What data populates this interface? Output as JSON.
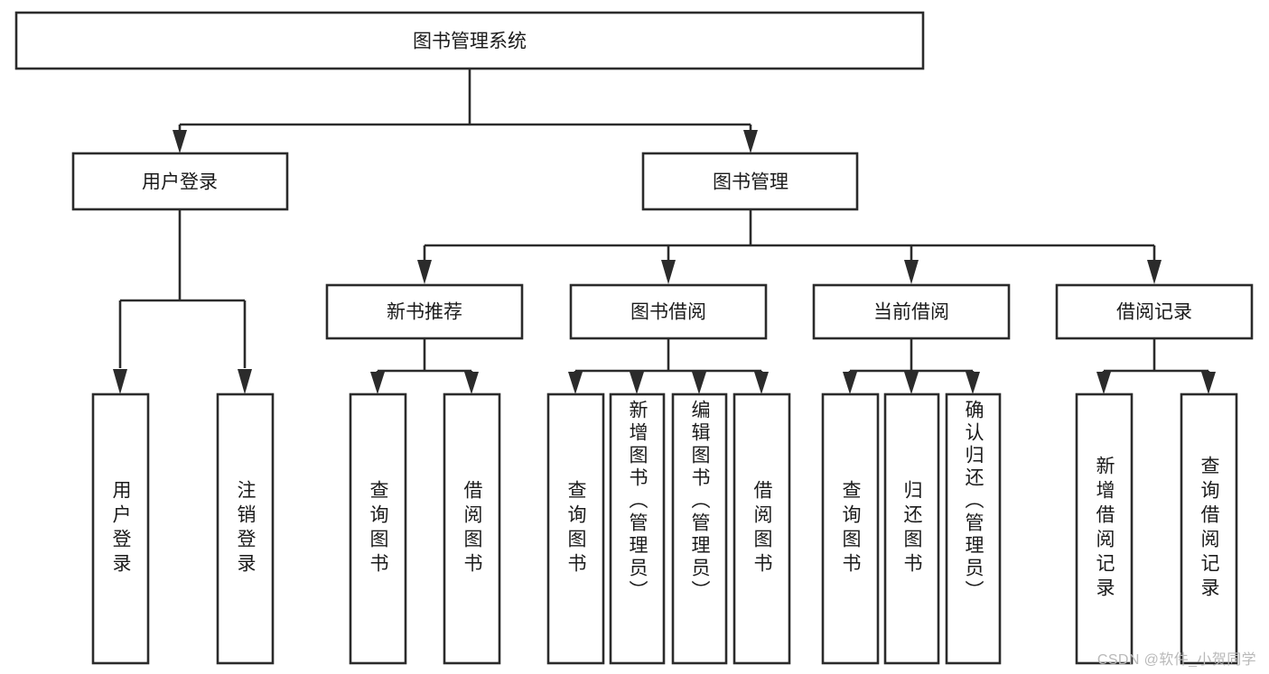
{
  "diagram": {
    "type": "tree-hierarchy",
    "title": "图书管理系统",
    "watermark": "CSDN @软件_小贺同学",
    "colors": {
      "stroke": "#2b2b2b",
      "box_fill": "#ffffff",
      "text": "#1b1b1b",
      "background": "#ffffff",
      "watermark": "#b9b9b9"
    },
    "levels": {
      "root": {
        "label": "图书管理系统"
      },
      "level2": [
        {
          "label": "用户登录"
        },
        {
          "label": "图书管理"
        }
      ],
      "level3": [
        {
          "label": "新书推荐"
        },
        {
          "label": "图书借阅"
        },
        {
          "label": "当前借阅"
        },
        {
          "label": "借阅记录"
        }
      ]
    },
    "nodes": {
      "root": "图书管理系统",
      "user_login": "用户登录",
      "book_manage": "图书管理",
      "new_book_rec": "新书推荐",
      "book_borrow": "图书借阅",
      "current_borrow": "当前借阅",
      "borrow_record": "借阅记录",
      "leaf_user_login": "用户登录",
      "leaf_user_logout": "注销登录",
      "leaf_query_book_1": "查询图书",
      "leaf_borrow_book_1": "借阅图书",
      "leaf_query_book_2": "查询图书",
      "leaf_add_book": "新增图书（管理员）",
      "leaf_edit_book": "编辑图书（管理员）",
      "leaf_borrow_book_2": "借阅图书",
      "leaf_query_book_3": "查询图书",
      "leaf_return_book": "归还图书",
      "leaf_confirm_return": "确认归还（管理员）",
      "leaf_add_record": "新增借阅记录",
      "leaf_query_record": "查询借阅记录"
    },
    "edges": [
      {
        "from": "图书管理系统",
        "to": "用户登录"
      },
      {
        "from": "图书管理系统",
        "to": "图书管理"
      },
      {
        "from": "用户登录",
        "to": "用户登录"
      },
      {
        "from": "用户登录",
        "to": "注销登录"
      },
      {
        "from": "图书管理",
        "to": "新书推荐"
      },
      {
        "from": "图书管理",
        "to": "图书借阅"
      },
      {
        "from": "图书管理",
        "to": "当前借阅"
      },
      {
        "from": "图书管理",
        "to": "借阅记录"
      },
      {
        "from": "新书推荐",
        "to": "查询图书"
      },
      {
        "from": "新书推荐",
        "to": "借阅图书"
      },
      {
        "from": "图书借阅",
        "to": "查询图书"
      },
      {
        "from": "图书借阅",
        "to": "新增图书（管理员）"
      },
      {
        "from": "图书借阅",
        "to": "编辑图书（管理员）"
      },
      {
        "from": "图书借阅",
        "to": "借阅图书"
      },
      {
        "from": "当前借阅",
        "to": "查询图书"
      },
      {
        "from": "当前借阅",
        "to": "归还图书"
      },
      {
        "from": "当前借阅",
        "to": "确认归还（管理员）"
      },
      {
        "from": "借阅记录",
        "to": "新增借阅记录"
      },
      {
        "from": "借阅记录",
        "to": "查询借阅记录"
      }
    ]
  }
}
